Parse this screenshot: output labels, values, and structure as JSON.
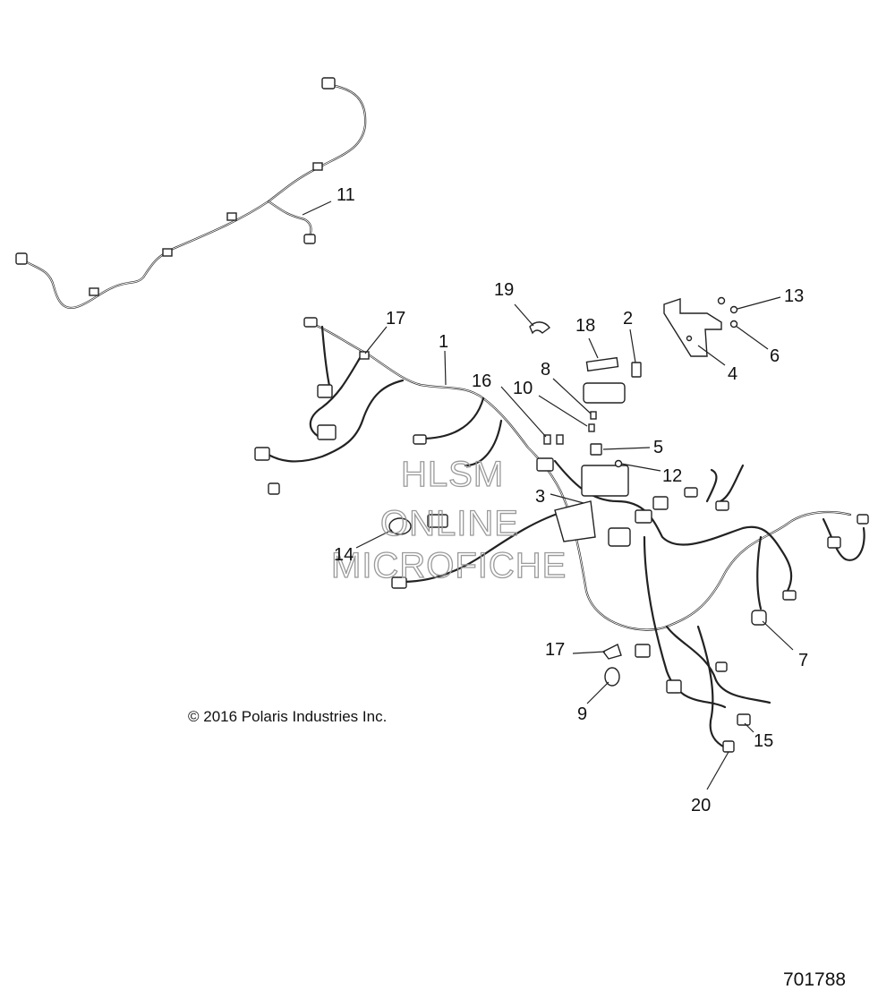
{
  "diagram": {
    "callouts": [
      {
        "id": "callout-11",
        "label": "11"
      },
      {
        "id": "callout-19",
        "label": "19"
      },
      {
        "id": "callout-18",
        "label": "18"
      },
      {
        "id": "callout-2",
        "label": "2"
      },
      {
        "id": "callout-13",
        "label": "13"
      },
      {
        "id": "callout-17-top",
        "label": "17"
      },
      {
        "id": "callout-1",
        "label": "1"
      },
      {
        "id": "callout-6",
        "label": "6"
      },
      {
        "id": "callout-4",
        "label": "4"
      },
      {
        "id": "callout-8",
        "label": "8"
      },
      {
        "id": "callout-16",
        "label": "16"
      },
      {
        "id": "callout-10",
        "label": "10"
      },
      {
        "id": "callout-5",
        "label": "5"
      },
      {
        "id": "callout-12",
        "label": "12"
      },
      {
        "id": "callout-3",
        "label": "3"
      },
      {
        "id": "callout-14",
        "label": "14"
      },
      {
        "id": "callout-7",
        "label": "7"
      },
      {
        "id": "callout-17-bottom",
        "label": "17"
      },
      {
        "id": "callout-9",
        "label": "9"
      },
      {
        "id": "callout-15",
        "label": "15"
      },
      {
        "id": "callout-20",
        "label": "20"
      }
    ],
    "watermark": [
      "HLSM",
      "ONLINE",
      "MICROFICHE"
    ],
    "copyright": "© 2016 Polaris Industries Inc.",
    "figure_number": "701788"
  }
}
